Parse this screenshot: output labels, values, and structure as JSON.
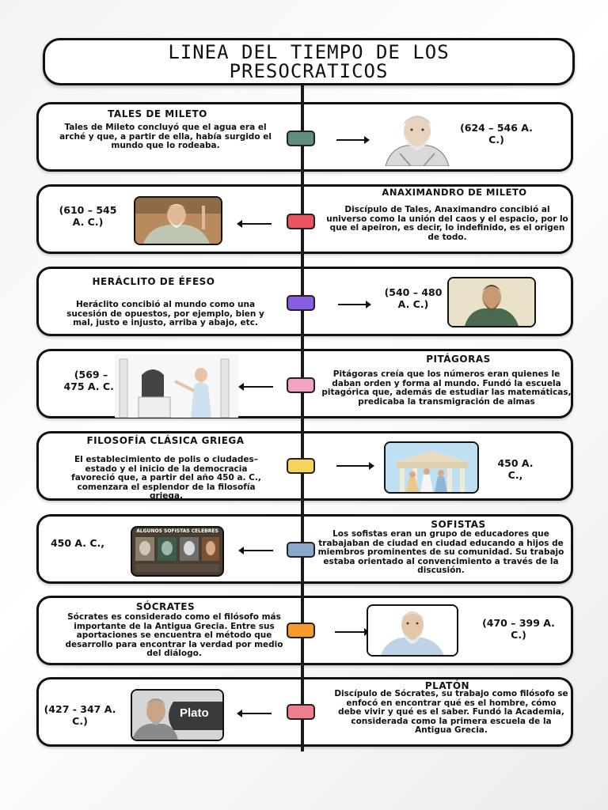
{
  "title": "LINEA DEL TIEMPO DE LOS PRESOCRATICOS",
  "node_colors": [
    "#5f8f7c",
    "#e8545f",
    "#8a5ee3",
    "#f3a2c4",
    "#f7d35c",
    "#8aa8c7",
    "#f59a2e",
    "#ee7e8c"
  ],
  "events": [
    {
      "name": "TALES DE MILETO",
      "description": "Tales de Mileto concluyó que el agua era el arché y que, a partir de ella, había surgido el mundo que lo rodeaba.",
      "date": "(624 – 546 A. C.)",
      "image": "philosopher-portrait"
    },
    {
      "name": "ANAXIMANDRO DE MILETO",
      "description": "Discípulo de Tales, Anaximandro concibió al universo como la unión del caos y el espacio, por lo que el apeiron, es decir, lo indefinido, es el origen de todo.",
      "date": "(610 – 545 A. C.)",
      "image": "anaximander-photo"
    },
    {
      "name": "HERÁCLITO DE ÉFESO",
      "description": "Heráclito concibió al mundo como una sucesión de opuestos, por ejemplo, bien y mal, justo e injusto, arriba y abajo, etc.",
      "date": "(540 – 480 A. C.)",
      "image": "heraclitus-painting"
    },
    {
      "name": "PITÁGORAS",
      "description": "Pitágoras creía que los números eran quienes le daban orden y forma al mundo. Fundó la escuela pitagórica que, además de estudiar las matemáticas, predicaba la transmigración de almas",
      "date": "(569 – 475 A. C.)",
      "image": "pythagoras-illustration"
    },
    {
      "name": "FILOSOFÍA CLÁSICA GRIEGA",
      "description": "El establecimiento de polis o ciudades–estado y el inicio de la democracia favoreció que, a partir del año 450 a. C., comenzara el esplendor de la filosofía griega.",
      "date": "450 A. C.,",
      "image": "greek-philosophers-scene"
    },
    {
      "name": "SOFISTAS",
      "description": "Los sofistas eran un grupo de educadores que trabajaban de ciudad en ciudad educando a hijos de miembros prominentes de su comunidad. Su trabajo estaba orientado al convencimiento a través de la discusión.",
      "date": "450 A. C.,",
      "image": "sophists-collage",
      "image_caption": "ALGUNOS SOFISTAS CELEBRES"
    },
    {
      "name": "SÓCRATES",
      "description": "Sócrates es considerado como el filósofo más importante de la Antigua Grecia. Entre sus aportaciones se encuentra el método que desarrollo para encontrar la verdad por medio del diálogo.",
      "date": "(470 – 399 A. C.)",
      "image": "socrates-portrait"
    },
    {
      "name": "PLATÓN",
      "description": "Discípulo de Sócrates, su trabajo como filósofo se enfocó en encontrar qué es el hombre, cómo debe vivir y qué es el saber. Fundó la Academia, considerada como la primera escuela de la Antigua Grecia.",
      "date": "(427 - 347 A. C.)",
      "image": "plato-portrait",
      "image_caption": "Plato"
    }
  ]
}
